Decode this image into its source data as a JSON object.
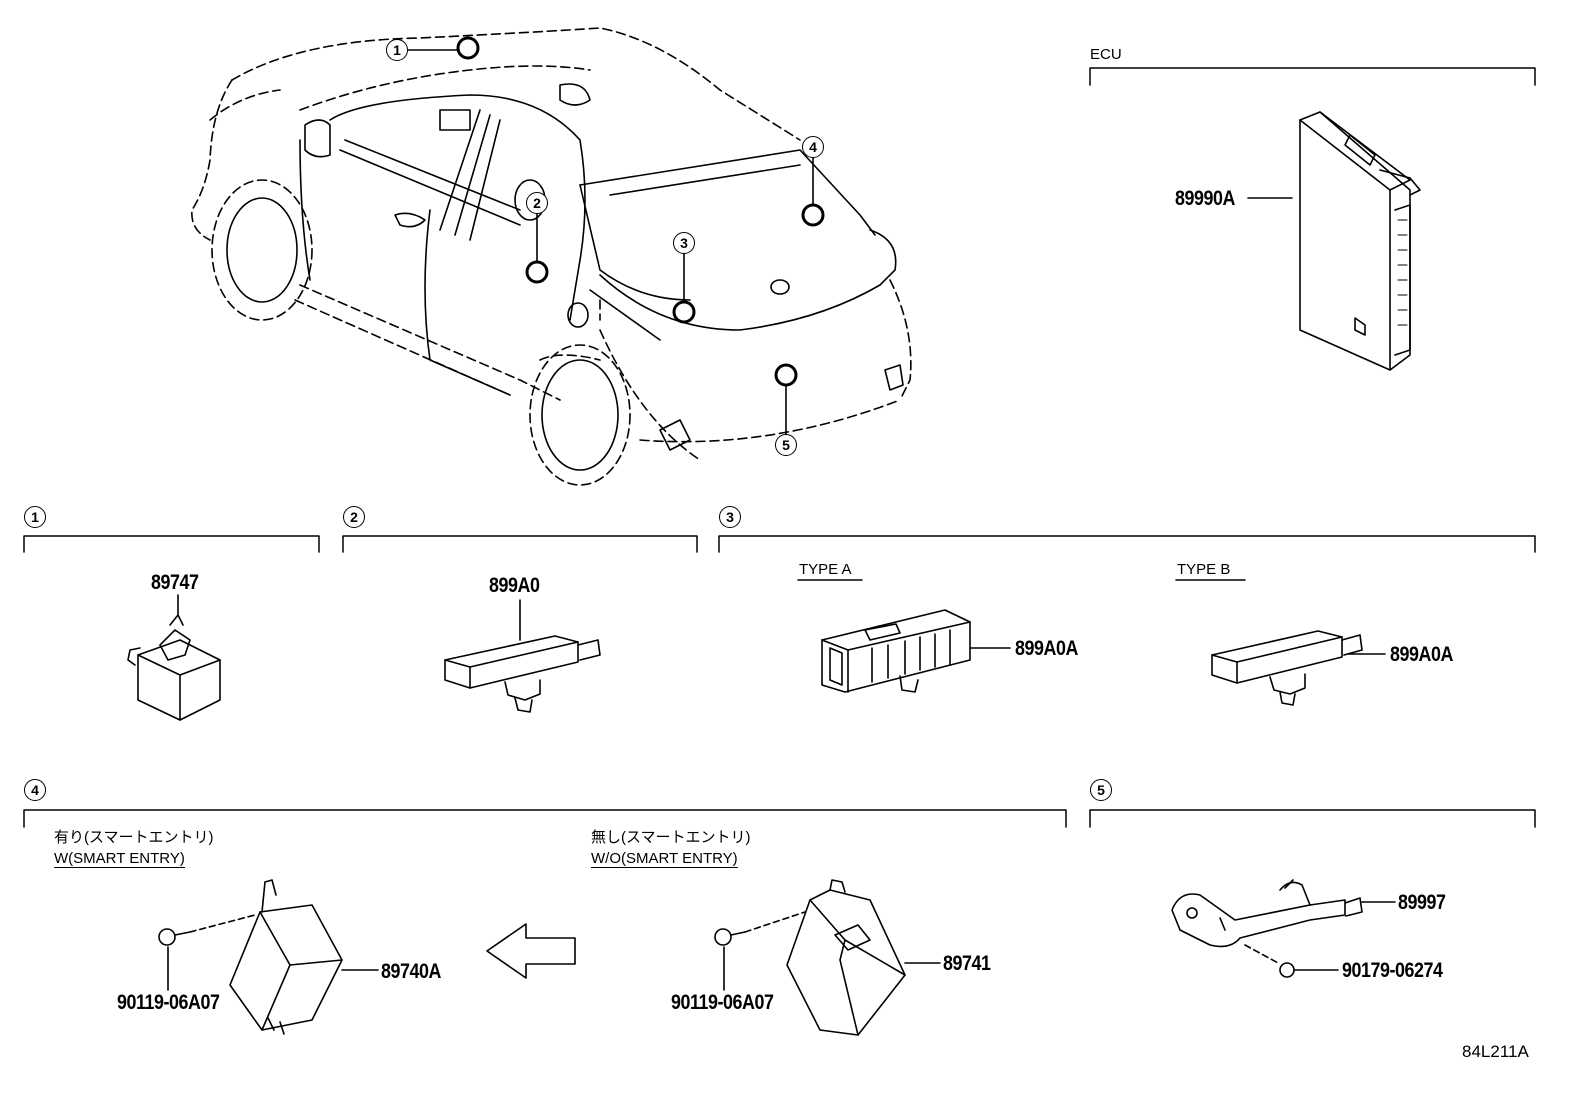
{
  "ecu": {
    "header": "ECU",
    "part": "89990A"
  },
  "callouts": [
    "1",
    "2",
    "3",
    "4",
    "5"
  ],
  "sections": {
    "s1": {
      "num": "1",
      "part": "89747"
    },
    "s2": {
      "num": "2",
      "part": "899A0"
    },
    "s3": {
      "num": "3",
      "type_a": "TYPE A",
      "type_b": "TYPE B",
      "part_a": "899A0A",
      "part_b": "899A0A"
    },
    "s4": {
      "num": "4",
      "with_jp": "有り(スマートエントリ)",
      "with_en": "W(SMART ENTRY)",
      "without_jp": "無し(スマートエントリ)",
      "without_en": "W/O(SMART ENTRY)",
      "bolt_left": "90119-06A07",
      "unit_left": "89740A",
      "bolt_right": "90119-06A07",
      "unit_right": "89741"
    },
    "s5": {
      "num": "5",
      "part": "89997",
      "nut": "90179-06274"
    }
  },
  "figure_id": "84L211A"
}
